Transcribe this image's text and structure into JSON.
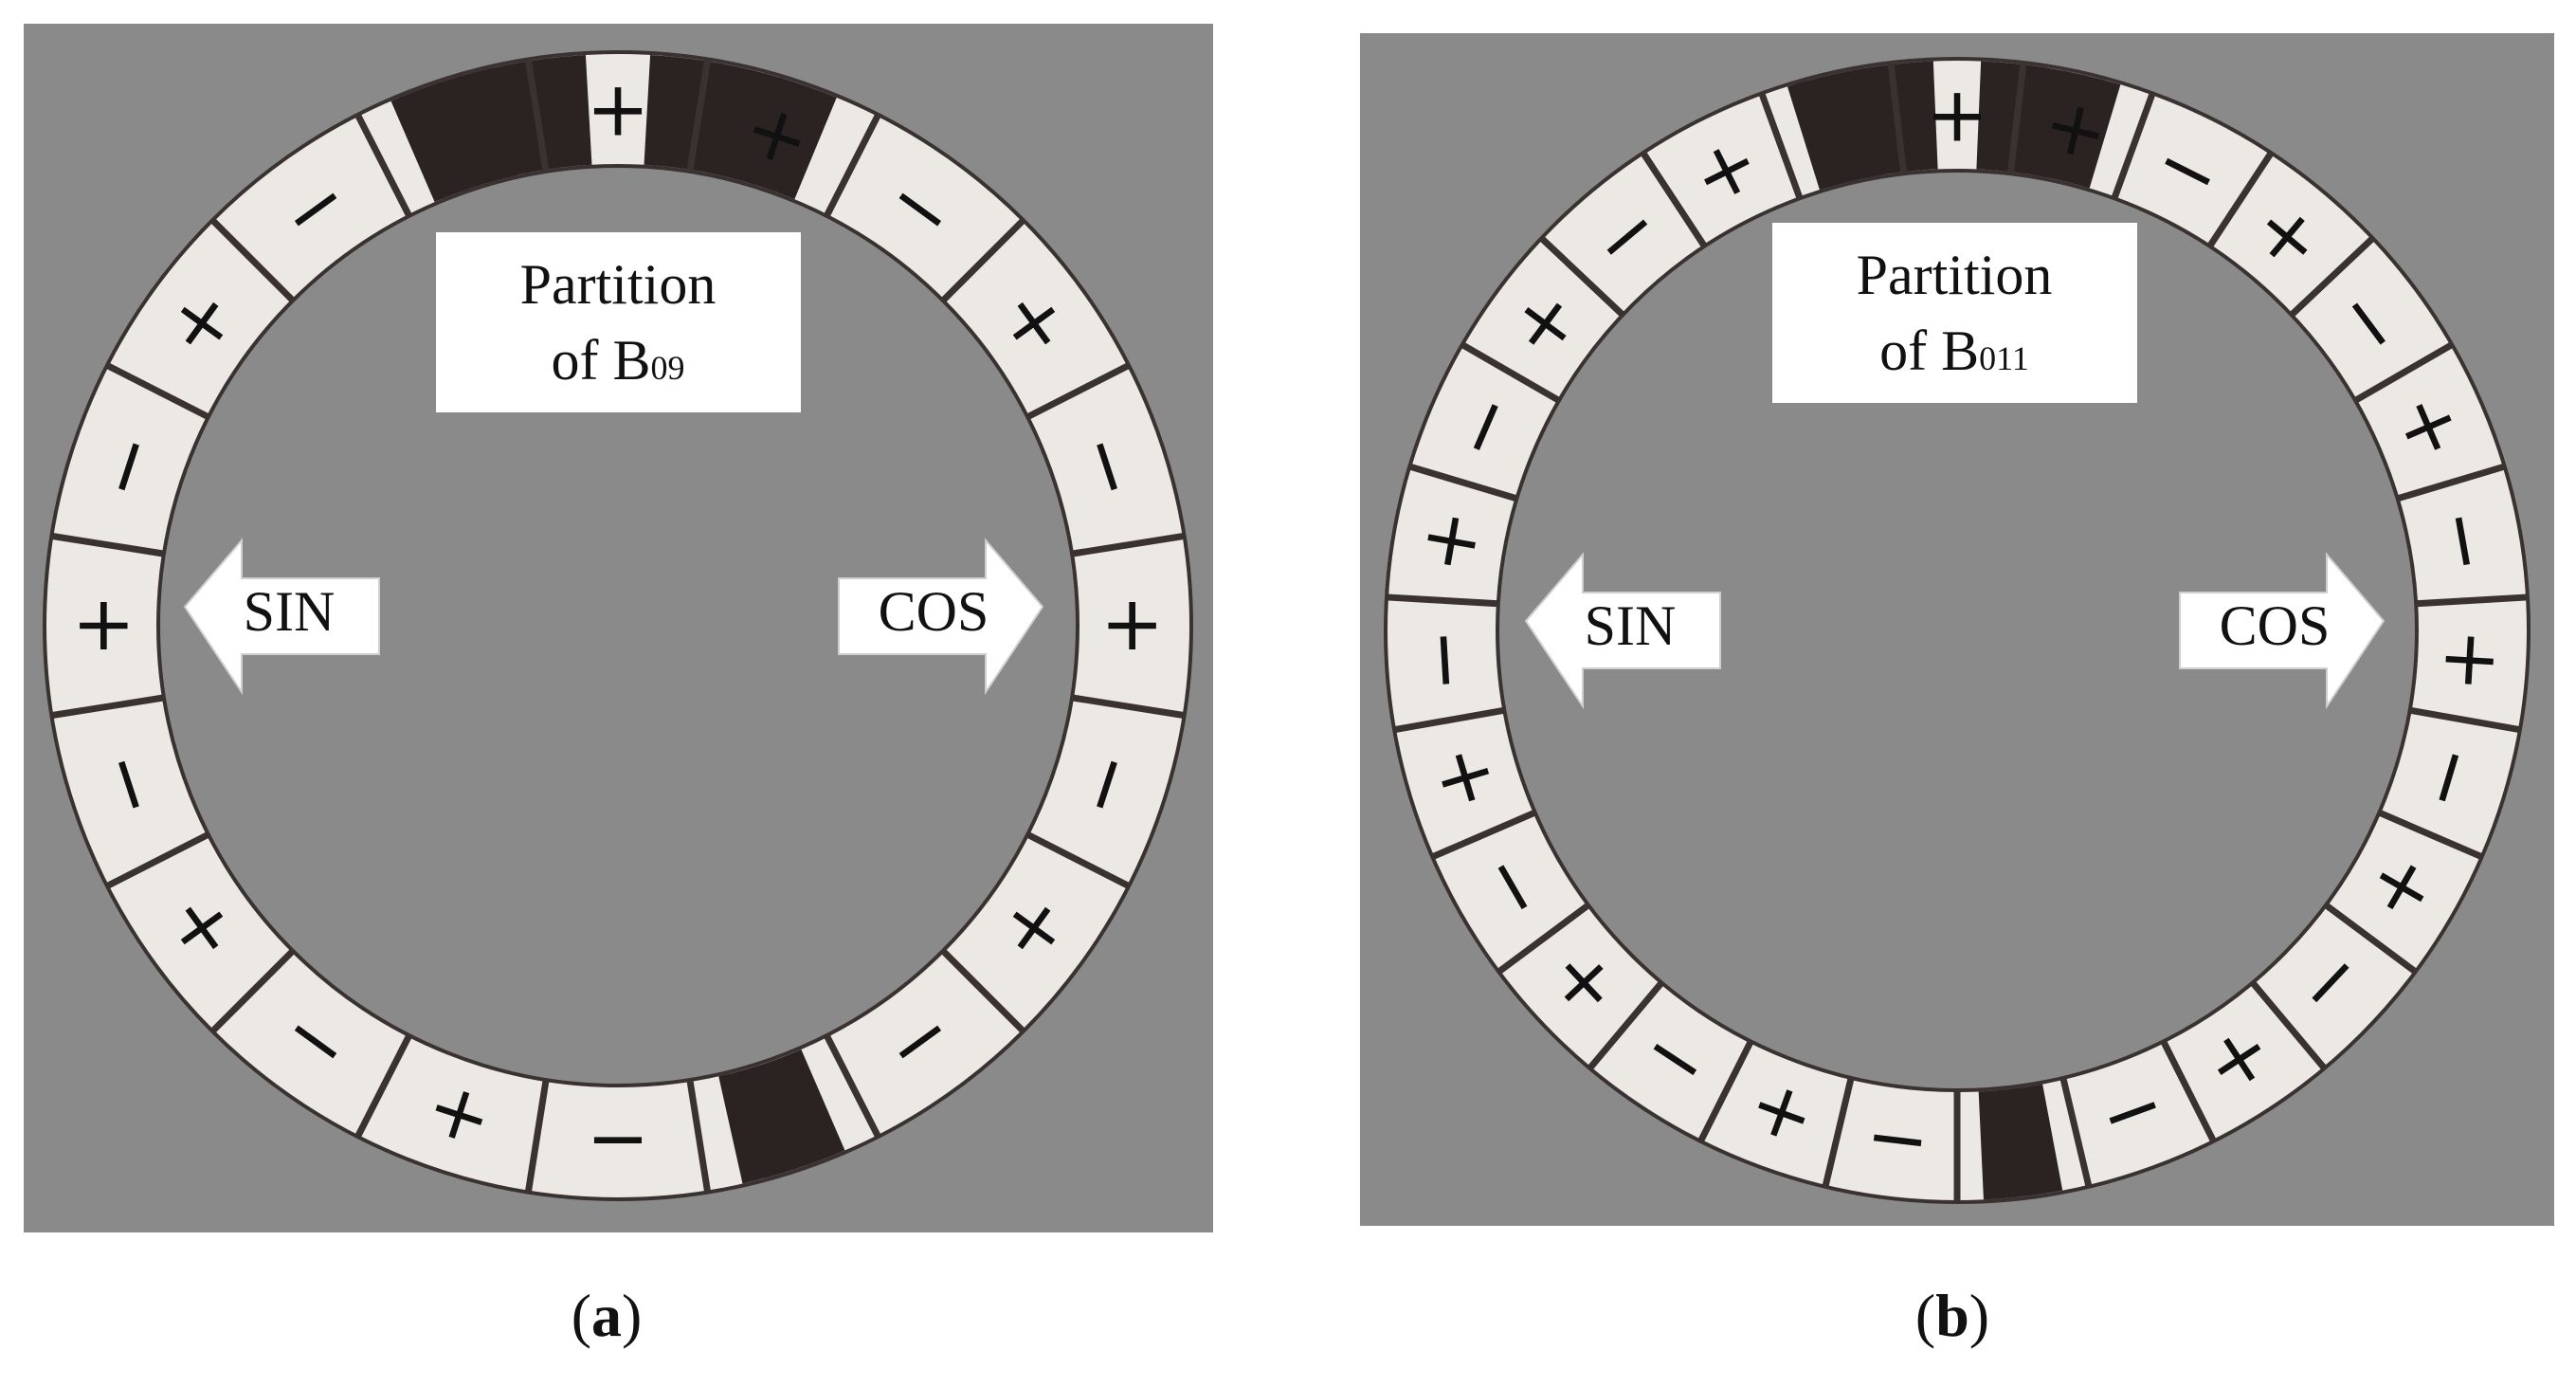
{
  "panels": [
    {
      "id": "a",
      "title_line1": "Partition",
      "title_line2": "of B",
      "title_subscript": "09",
      "arrow_left_label": "SIN",
      "arrow_right_label": "COS",
      "caption_open": "(",
      "caption_letter": "a",
      "caption_close": ")",
      "segments": [
        "+",
        "+",
        "−",
        "+",
        "−",
        "+",
        "−",
        "+",
        "−",
        "",
        "−",
        "+",
        "−",
        "+",
        "−",
        "+",
        "−",
        "+",
        "−",
        ""
      ],
      "dark_segments": [
        0,
        9,
        19
      ]
    },
    {
      "id": "b",
      "title_line1": "Partition",
      "title_line2": "of B",
      "title_subscript": "011",
      "arrow_left_label": "SIN",
      "arrow_right_label": "COS",
      "caption_open": "(",
      "caption_letter": "b",
      "caption_close": ")",
      "segments": [
        "+",
        "+",
        "−",
        "+",
        "−",
        "+",
        "−",
        "+",
        "−",
        "+",
        "−",
        "+",
        "−",
        "",
        "−",
        "+",
        "−",
        "+",
        "−",
        "+",
        "−",
        "+",
        "−",
        "+",
        "−",
        "+",
        ""
      ],
      "dark_segments": [
        0,
        13,
        26
      ]
    }
  ],
  "colors": {
    "background_gray": "#8a8a8a",
    "ring_white": "#ece9e4",
    "ring_dark": "#2a2321",
    "divider": "#3a3230",
    "label_white": "#ffffff"
  }
}
